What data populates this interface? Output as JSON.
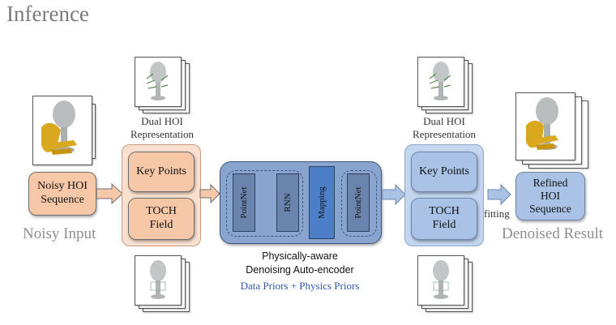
{
  "title": "Inference",
  "noisy": {
    "box": "Noisy HOI\nSequence",
    "label": "Noisy Input"
  },
  "dual_left": {
    "caption": "Dual HOI\nRepresentation",
    "key_points": "Key Points",
    "toch": "TOCH\nField"
  },
  "module": {
    "pointnet_1": "PointNet",
    "rnn": "RNN",
    "mapping": "Mapping",
    "pointnet_2": "PointNet",
    "caption_line1": "Physically-aware",
    "caption_line2": "Denoising Auto-encoder",
    "priors": "Data Priors + Physics Priors"
  },
  "dual_right": {
    "caption": "Dual HOI\nRepresentation",
    "key_points": "Key Points",
    "toch": "TOCH\nField"
  },
  "fitting": "fitting",
  "refined": {
    "box": "Refined\nHOI\nSequence",
    "label": "Denoised Result"
  },
  "colors": {
    "peach": "#f7c8a8",
    "peach_panel": "#fbe0d0",
    "blue_panel": "#c3d5ef",
    "module": "#8aa4d0",
    "priors_text": "#2f56a6"
  }
}
